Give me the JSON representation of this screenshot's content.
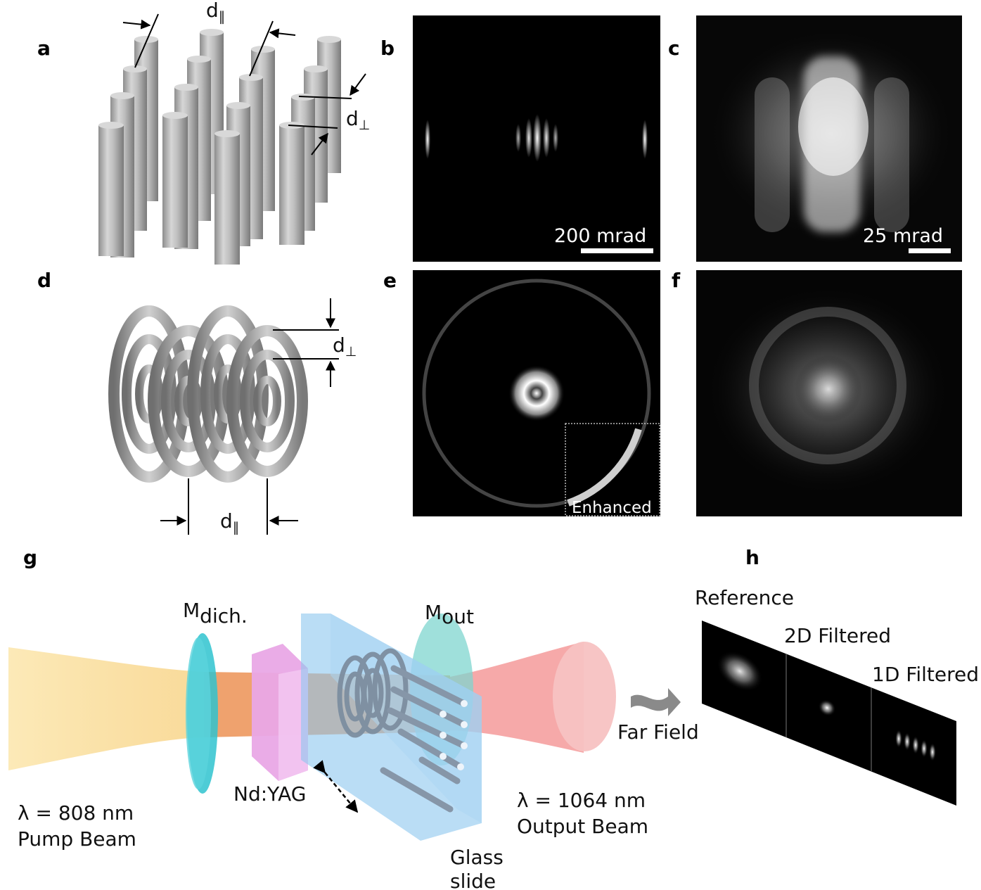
{
  "panels": {
    "a": "a",
    "b": "b",
    "c": "c",
    "d": "d",
    "e": "e",
    "f": "f",
    "g": "g",
    "h": "h"
  },
  "symbols": {
    "d": "d",
    "parallel": "∥",
    "perp": "⊥"
  },
  "panel_b": {
    "scale_label": "200 mrad"
  },
  "panel_c": {
    "scale_label": "25 mrad"
  },
  "panel_e": {
    "inset_label": "Enhanced"
  },
  "panel_g": {
    "mirror_dich_main": "M",
    "mirror_dich_sub": "dich.",
    "mirror_out_main": "M",
    "mirror_out_sub": "out",
    "crystal": "Nd:YAG",
    "pump_line1": "λ = 808 nm",
    "pump_line2": "Pump Beam",
    "output_line1": "λ = 1064 nm",
    "output_line2": "Output Beam",
    "glass_line1": "Glass",
    "glass_line2": "slide",
    "far_field": "Far Field"
  },
  "panel_h": {
    "reference": "Reference",
    "filtered_2d": "2D Filtered",
    "filtered_1d": "1D Filtered"
  },
  "colors": {
    "pump": "#f7d27a",
    "gain": "#e8803c",
    "output": "#f5a0a0",
    "mirror_dich": "#2fc3cf",
    "mirror_out": "#7fd6cf",
    "crystal": "#e9a8e6",
    "glass": "#8cc6ee"
  }
}
